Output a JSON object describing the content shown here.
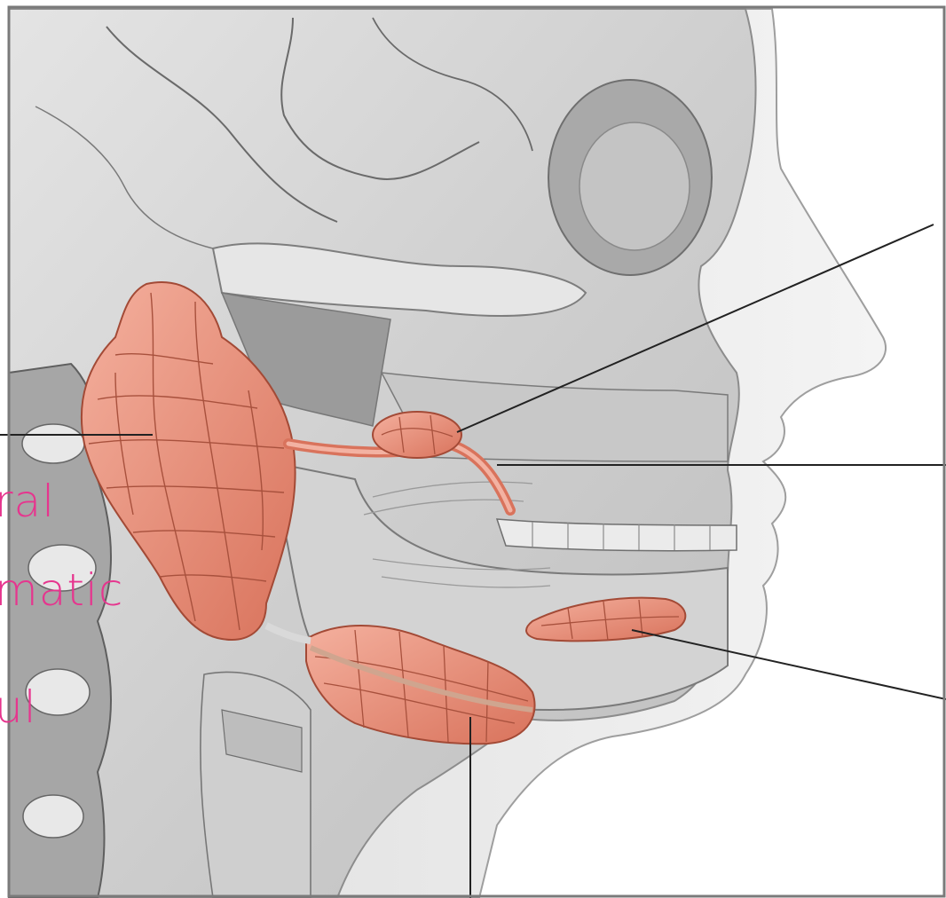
{
  "figure": {
    "background_color": "#ffffff",
    "bone_color": "#d9d9d9",
    "gland_color": "#ec9a86",
    "annotation_color": "#e6358e"
  },
  "annotations": {
    "handwritten_fragments": [
      "ral",
      "matic",
      "ul"
    ]
  }
}
